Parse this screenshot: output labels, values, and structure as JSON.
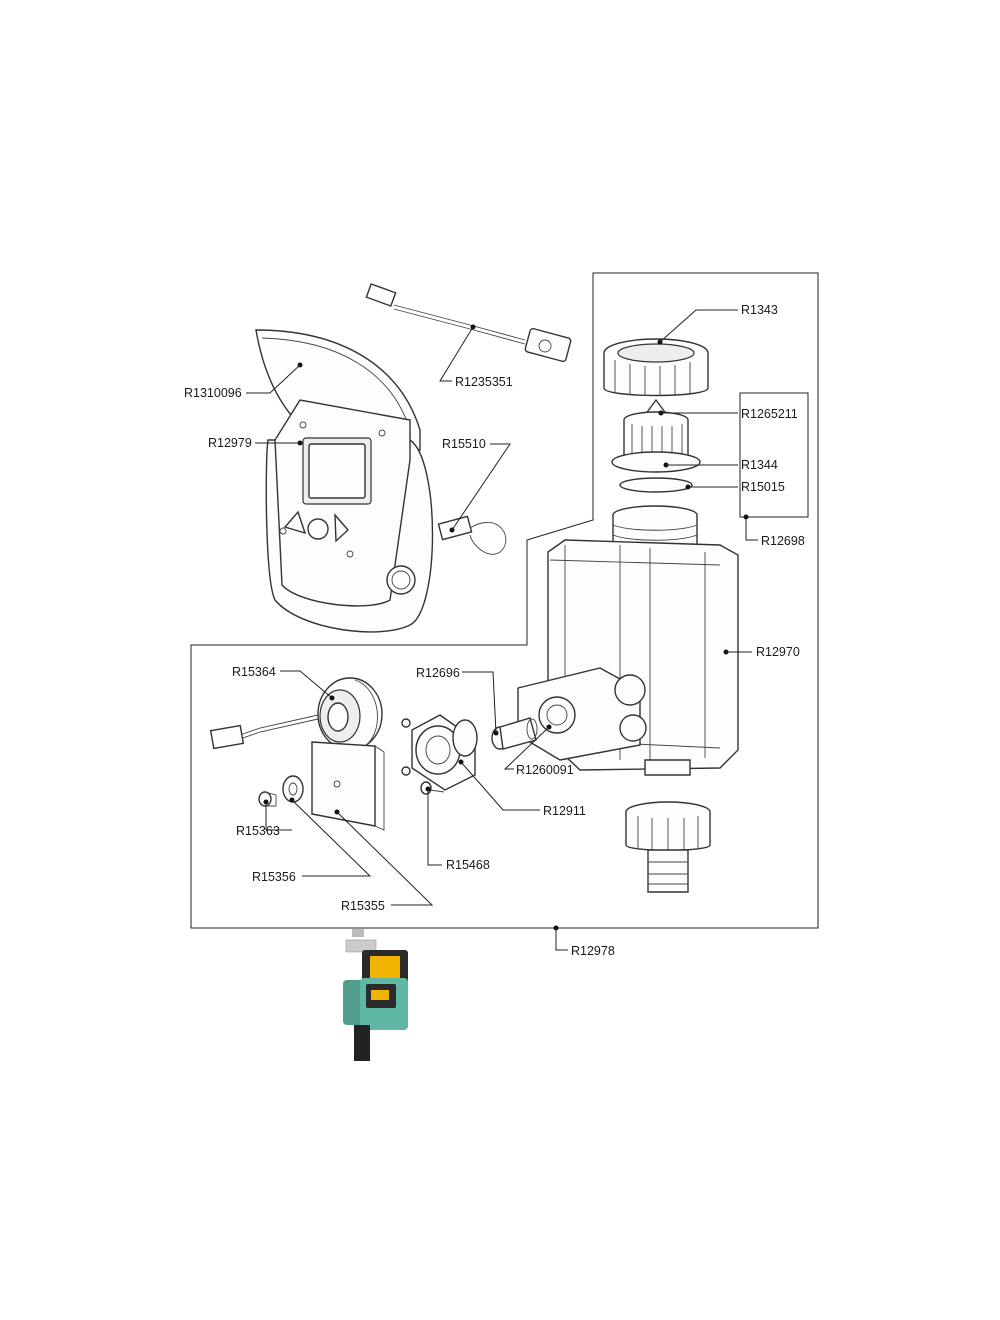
{
  "labels": {
    "r1343": "R1343",
    "r1235351": "R1235351",
    "r1310096": "R1310096",
    "r12979": "R12979",
    "r15510": "R15510",
    "r1265211": "R1265211",
    "r1344": "R1344",
    "r15015": "R15015",
    "r12698": "R12698",
    "r12970": "R12970",
    "r15364": "R15364",
    "r12696": "R12696",
    "r1260091": "R1260091",
    "r12911": "R12911",
    "r15363": "R15363",
    "r15468": "R15468",
    "r15356": "R15356",
    "r15355": "R15355",
    "r12978": "R12978"
  },
  "colors": {
    "line": "#222222",
    "product_teal": "#5fb8a5",
    "product_dark": "#2a2a2a",
    "product_display": "#f0b400"
  }
}
